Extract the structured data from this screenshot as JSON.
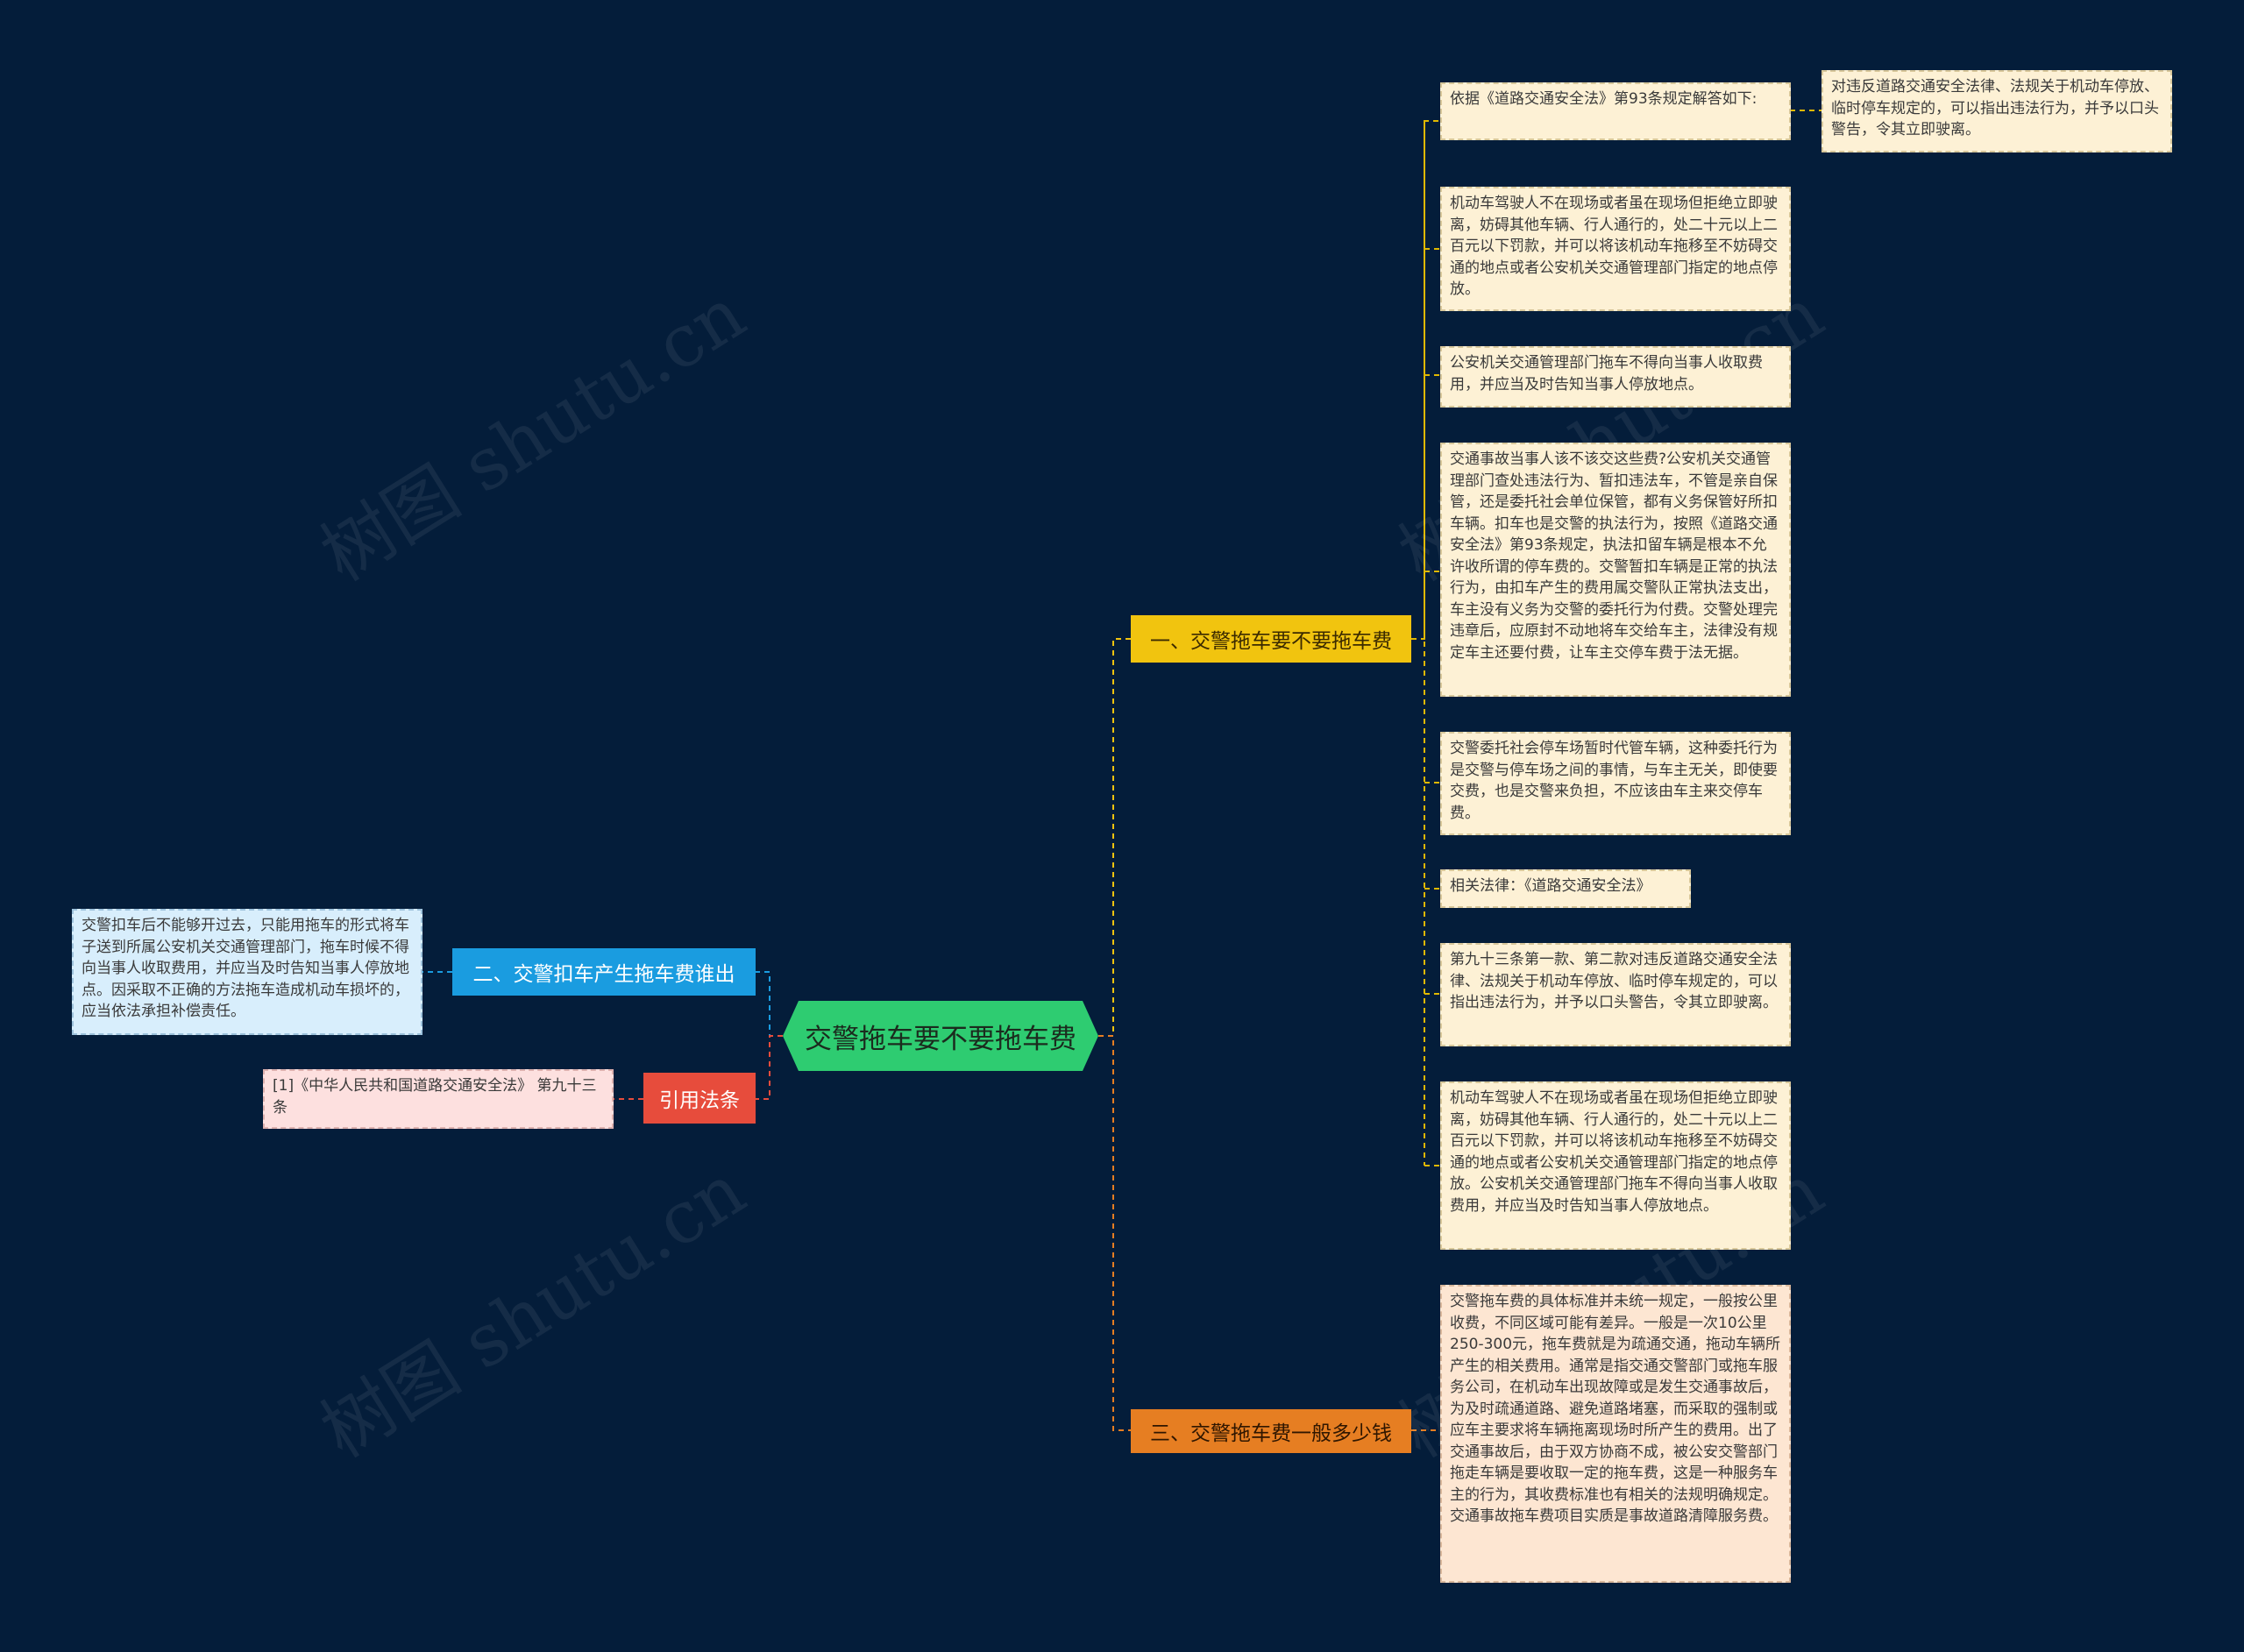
{
  "watermark": "树图 shutu.cn",
  "root": {
    "label": "交警拖车要不要拖车费"
  },
  "branches": {
    "b1": {
      "label": "一、交警拖车要不要拖车费"
    },
    "b2": {
      "label": "二、交警扣车产生拖车费谁出"
    },
    "b3": {
      "label": "三、交警拖车费一般多少钱"
    },
    "b4": {
      "label": "引用法条"
    }
  },
  "leaves": {
    "l1": "依据《道路交通安全法》第93条规定解答如下:",
    "l1a": "对违反道路交通安全法律、法规关于机动车停放、临时停车规定的，可以指出违法行为，并予以口头警告，令其立即驶离。",
    "l2": "机动车驾驶人不在现场或者虽在现场但拒绝立即驶离，妨碍其他车辆、行人通行的，处二十元以上二百元以下罚款，并可以将该机动车拖移至不妨碍交通的地点或者公安机关交通管理部门指定的地点停放。",
    "l3": "公安机关交通管理部门拖车不得向当事人收取费用，并应当及时告知当事人停放地点。",
    "l4": "交通事故当事人该不该交这些费?公安机关交通管理部门查处违法行为、暂扣违法车，不管是亲自保管，还是委托社会单位保管，都有义务保管好所扣车辆。扣车也是交警的执法行为，按照《道路交通安全法》第93条规定，执法扣留车辆是根本不允许收所谓的停车费的。交警暂扣车辆是正常的执法行为，由扣车产生的费用属交警队正常执法支出，车主没有义务为交警的委托行为付费。交警处理完违章后，应原封不动地将车交给车主，法律没有规定车主还要付费，让车主交停车费于法无据。",
    "l5": "交警委托社会停车场暂时代管车辆，这种委托行为是交警与停车场之间的事情，与车主无关，即使要交费，也是交警来负担，不应该由车主来交停车费。",
    "l6": "相关法律：《道路交通安全法》",
    "l7": "第九十三条第一款、第二款对违反道路交通安全法律、法规关于机动车停放、临时停车规定的，可以指出违法行为，并予以口头警告，令其立即驶离。",
    "l8": "机动车驾驶人不在现场或者虽在现场但拒绝立即驶离，妨碍其他车辆、行人通行的，处二十元以上二百元以下罚款，并可以将该机动车拖移至不妨碍交通的地点或者公安机关交通管理部门指定的地点停放。公安机关交通管理部门拖车不得向当事人收取费用，并应当及时告知当事人停放地点。",
    "l9": "交警拖车费的具体标准并未统一规定，一般按公里收费，不同区域可能有差异。一般是一次10公里250-300元，拖车费就是为疏通交通，拖动车辆所产生的相关费用。通常是指交通交警部门或拖车服务公司，在机动车出现故障或是发生交通事故后，为及时疏通道路、避免道路堵塞，而采取的强制或应车主要求将车辆拖离现场时所产生的费用。出了交通事故后，由于双方协商不成，被公安交警部门拖走车辆是要收取一定的拖车费，这是一种服务车主的行为，其收费标准也有相关的法规明确规定。交通事故拖车费项目实质是事故道路清障服务费。",
    "l10": "交警扣车后不能够开过去，只能用拖车的形式将车子送到所属公安机关交通管理部门，拖车时候不得向当事人收取费用，并应当及时告知当事人停放地点。因采取不正确的方法拖车造成机动车损坏的，应当依法承担补偿责任。",
    "l11": "[1]《中华人民共和国道路交通安全法》 第九十三条"
  },
  "colors": {
    "background": "#041d3a",
    "root": "#2ecc71",
    "branch1": "#f1c40f",
    "branch2": "#1a9ce0",
    "branch3": "#e67e22",
    "branch4": "#e74c3c"
  }
}
